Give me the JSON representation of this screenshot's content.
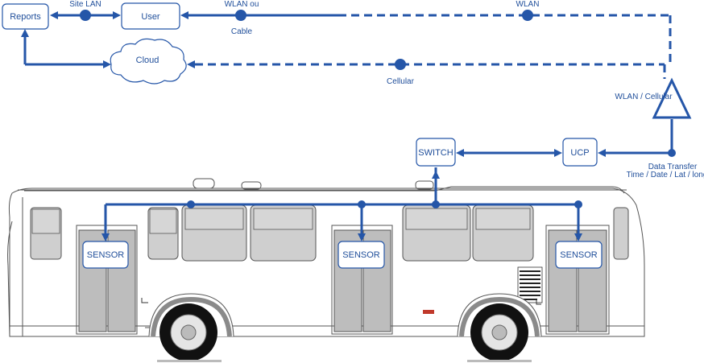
{
  "colors": {
    "accent": "#2556a8",
    "bus_outline": "#555555"
  },
  "nodes": {
    "reports": "Reports",
    "user": "User",
    "cloud": "Cloud",
    "switch": "SWITCH",
    "ucp": "UCP",
    "sensor_left": "SENSOR",
    "sensor_mid": "SENSOR",
    "sensor_right": "SENSOR"
  },
  "links": {
    "site_lan": "Site LAN",
    "wlan_ou": "WLAN ou",
    "cable": "Cable",
    "wlan": "WLAN",
    "cellular": "Cellular",
    "wlan_cellular": "WLAN / Cellular",
    "data_transfer": "Data Transfer",
    "data_fields": "Time / Date / Lat / long"
  },
  "icons": [
    "antenna-icon",
    "cloud-icon",
    "bus-illustration"
  ]
}
